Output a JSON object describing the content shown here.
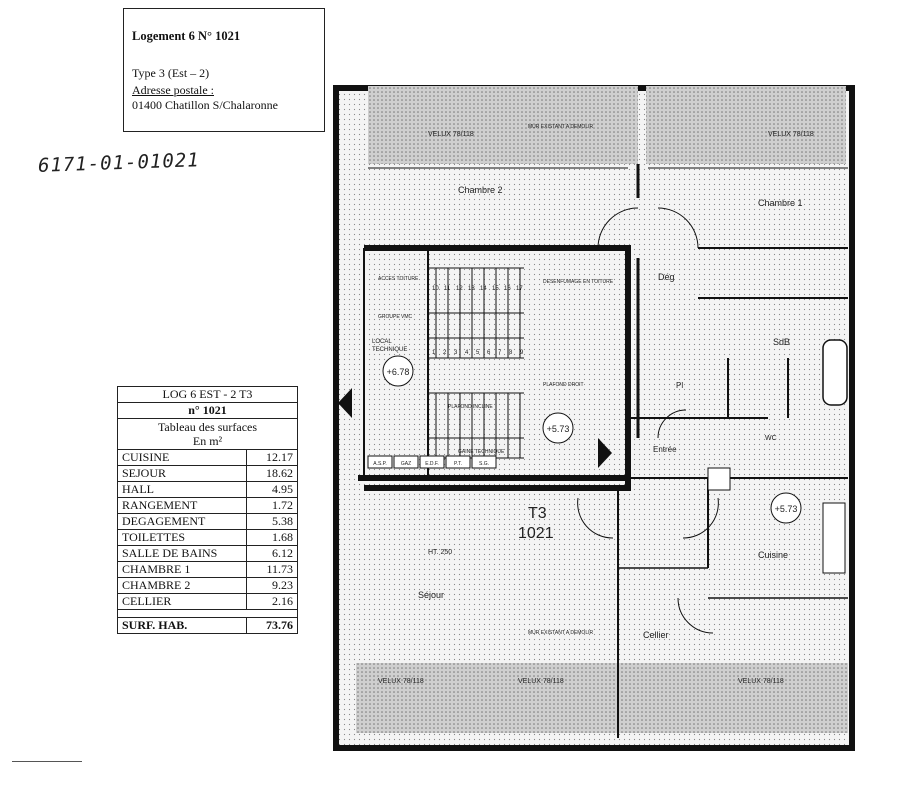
{
  "info_box": {
    "title": "Logement 6 N° 1021",
    "type": "Type 3  (Est – 2)",
    "address_label": "Adresse postale :",
    "city": "01400  Chatillon S/Chalaronne"
  },
  "handwritten_ref": "6171-01-01021",
  "surface_table": {
    "header_line1": "LOG 6 EST - 2  T3",
    "header_line2": "n° 1021",
    "caption_line1": "Tableau des surfaces",
    "caption_line2": "En m²",
    "rows": [
      {
        "name": "CUISINE",
        "value": "12.17"
      },
      {
        "name": "SEJOUR",
        "value": "18.62"
      },
      {
        "name": "HALL",
        "value": "4.95"
      },
      {
        "name": "RANGEMENT",
        "value": "1.72"
      },
      {
        "name": "DEGAGEMENT",
        "value": "5.38"
      },
      {
        "name": "TOILETTES",
        "value": "1.68"
      },
      {
        "name": "SALLE DE BAINS",
        "value": "6.12"
      },
      {
        "name": "CHAMBRE 1",
        "value": "11.73"
      },
      {
        "name": "CHAMBRE 2",
        "value": "9.23"
      },
      {
        "name": "CELLIER",
        "value": "2.16"
      }
    ],
    "total_label": "SURF. HAB.",
    "total_value": "73.76"
  },
  "plan": {
    "unit_label_1": "T3",
    "unit_label_2": "1021",
    "rooms": {
      "chambre2": "Chambre 2",
      "chambre1": "Chambre 1",
      "deg": "Dég",
      "sdb": "SdB",
      "wc": "WC",
      "cuisine": "Cuisine",
      "sejour": "Séjour",
      "cellier": "Cellier",
      "entree": "Entrée",
      "local_tech_1": "LOCAL",
      "local_tech_2": "TECHNIQUE",
      "acces_toiture": "ACCES TOITURE",
      "groupe_vmc": "GROUPE VMC",
      "desenfumage": "DESENFUMAGE EN TOITURE",
      "plafond_droit": "PLAFOND DROIT",
      "plafond_incline": "PLAFOND INCLINE",
      "gaine": "GAINE TECHNIQUE",
      "pl": "Pl"
    },
    "velux": [
      "VELUX 78/118",
      "VELUX 78/118",
      "VELUX 78/118",
      "VELUX 78/118",
      "VELUX 78/118"
    ],
    "levels": [
      "+6.78",
      "+5.73",
      "+5.73"
    ],
    "mur_existant": "MUR EXISTANT A DEMOLIR",
    "hsp": "HT. 250",
    "meters": [
      "A.S.P.",
      "GAZ",
      "E.D.F.",
      "P.T.",
      "S.G."
    ],
    "stair_numbers_top": [
      "10",
      "11",
      "12",
      "13",
      "14",
      "15",
      "16",
      "17"
    ],
    "stair_numbers_bottom": [
      "1",
      "2",
      "3",
      "4",
      "5",
      "6",
      "7",
      "8",
      "9"
    ]
  }
}
